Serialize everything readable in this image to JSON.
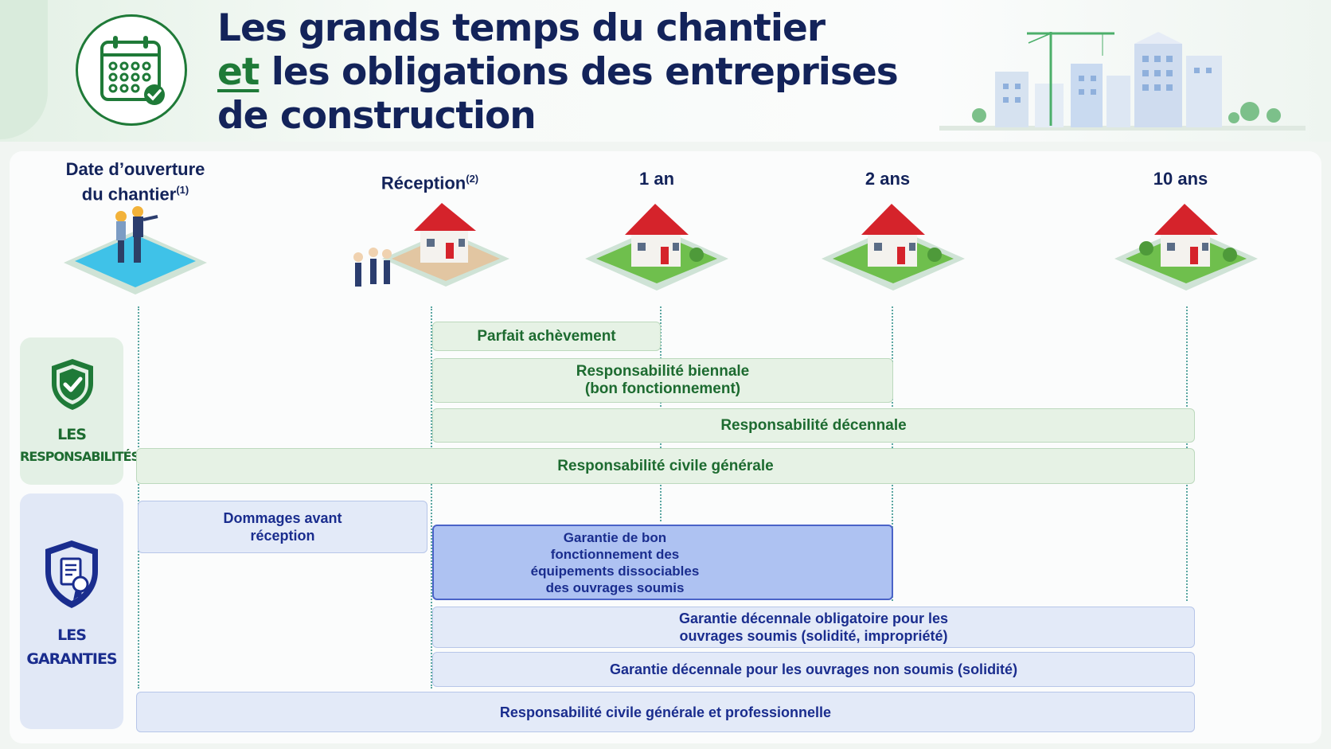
{
  "header": {
    "title_line1": "Les grands temps du chantier",
    "title_highlight": "et",
    "title_line2_rest": " les obligations des entreprises",
    "title_line3": "de construction",
    "calendar_icon": "calendar-check-icon"
  },
  "milestones": [
    {
      "id": "ouverture",
      "line1": "Date d’ouverture",
      "line2": "du chantier",
      "sup": "(1)"
    },
    {
      "id": "reception",
      "line1": "Réception",
      "sup": "(2)"
    },
    {
      "id": "1an",
      "line1": "1 an"
    },
    {
      "id": "2ans",
      "line1": "2 ans"
    },
    {
      "id": "10ans",
      "line1": "10 ans"
    }
  ],
  "sections": {
    "responsabilites": {
      "line1": "LES",
      "line2": "RESPONSABILITÉS",
      "icon": "shield-check-icon"
    },
    "garanties": {
      "line1": "LES",
      "line2": "GARANTIES",
      "icon": "shield-document-icon"
    }
  },
  "responsabilites_bars": [
    {
      "label": "Parfait achèvement"
    },
    {
      "line1": "Responsabilité biennale",
      "line2": "(bon fonctionnement)"
    },
    {
      "label": "Responsabilité décennale"
    },
    {
      "label": "Responsabilité civile générale"
    }
  ],
  "garanties_bars": [
    {
      "line1": "Dommages avant",
      "line2": "réception"
    },
    {
      "line1": "Garantie de bon",
      "line2": "fonctionnement des",
      "line3": "équipements dissociables",
      "line4": "des ouvrages soumis"
    },
    {
      "line1": "Garantie décennale obligatoire pour les",
      "line2": "ouvrages soumis (solidité, impropriété)"
    },
    {
      "label": "Garantie décennale pour les ouvrages non soumis (solidité)"
    },
    {
      "label": "Responsabilité civile générale et professionnelle"
    }
  ],
  "colors": {
    "navy": "#13235a",
    "green_accent": "#1f7a38",
    "resp_bar": "#e6f2e5",
    "gar_bar": "#e3eaf8",
    "gar_bar_highlight": "#aec2f2"
  }
}
